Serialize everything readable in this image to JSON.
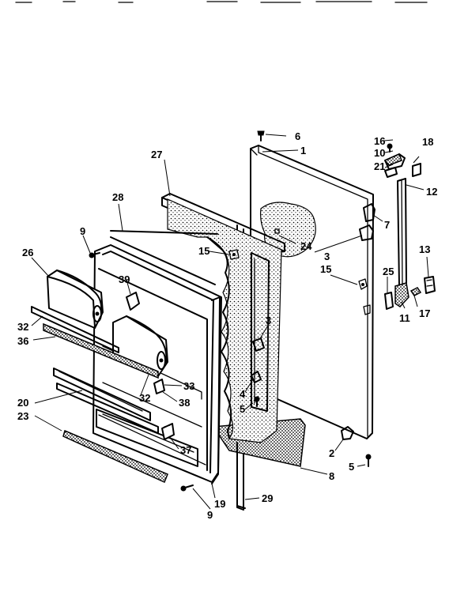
{
  "diagram": {
    "callouts": {
      "c1": "1",
      "c2": "2",
      "c3a": "3",
      "c3b": "3",
      "c4": "4",
      "c5a": "5",
      "c5b": "5",
      "c6": "6",
      "c7": "7",
      "c8": "8",
      "c9a": "9",
      "c9b": "9",
      "c10": "10",
      "c11": "11",
      "c12": "12",
      "c13": "13",
      "c15a": "15",
      "c15b": "15",
      "c16": "16",
      "c17": "17",
      "c18": "18",
      "c19": "19",
      "c20": "20",
      "c21": "21",
      "c23": "23",
      "c24": "24",
      "c25": "25",
      "c26": "26",
      "c27": "27",
      "c28": "28",
      "c29": "29",
      "c32a": "32",
      "c32b": "32",
      "c33": "33",
      "c36": "36",
      "c37": "37",
      "c38": "38",
      "c39": "39"
    }
  }
}
